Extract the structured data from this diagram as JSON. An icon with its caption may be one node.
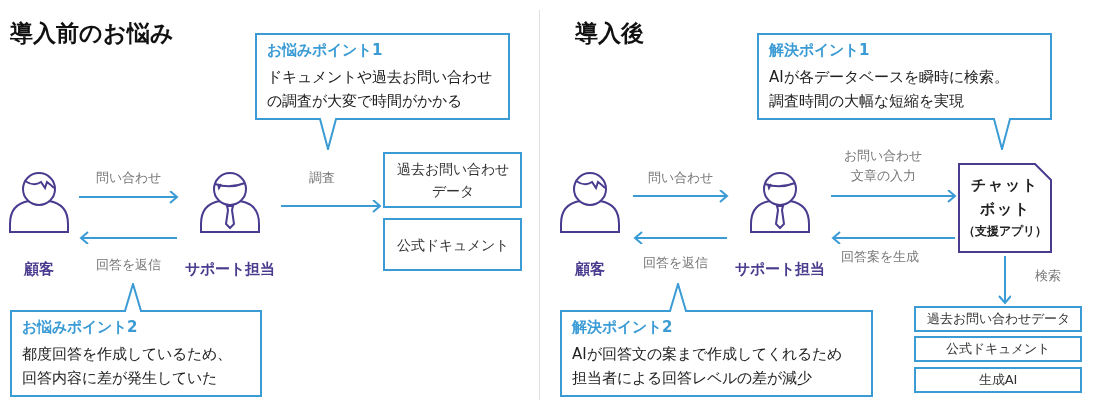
{
  "diagram": {
    "nodes": [
      {
        "text": [
          "顧客"
        ]
      },
      {
        "text": [
          "サポート担当"
        ]
      },
      {
        "text": [
          "過去お問い合わせデータ"
        ]
      },
      {
        "text": [
          "公式ドキュメント"
        ]
      },
      {
        "text": [
          "お悩みポイント1",
          "ドキュメントや過去お問い合わせの調査が大変で時間がかかる"
        ]
      },
      {
        "text": [
          "お悩みポイント2",
          "都度回答を作成しているため、回答内容に差が発生していた"
        ]
      },
      {
        "text": [
          "顧客"
        ]
      },
      {
        "text": [
          "サポート担当"
        ]
      },
      {
        "text": [
          "チャットボット",
          "（支援アプリ）"
        ]
      },
      {
        "text": [
          "過去お問い合わせデータ"
        ]
      },
      {
        "text": [
          "公式ドキュメント"
        ]
      },
      {
        "text": [
          "生成AI"
        ]
      },
      {
        "text": [
          "解決ポイント1",
          "AIが各データベースを瞬時に検索。調査時間の大幅な短縮を実現"
        ]
      },
      {
        "text": [
          "解決ポイント2",
          "AIが回答文の案まで作成してくれるため担当者による回答レベルの差が減少"
        ]
      }
    ],
    "edges": [
      {
        "from": 0,
        "to": 1,
        "arrow": "to",
        "label": "問い合わせ"
      },
      {
        "from": 1,
        "to": 0,
        "arrow": "to",
        "label": "回答を返信"
      },
      {
        "from": 1,
        "to": 2,
        "arrow": "to",
        "label": "調査"
      },
      {
        "from": 6,
        "to": 7,
        "arrow": "to",
        "label": "問い合わせ"
      },
      {
        "from": 7,
        "to": 6,
        "arrow": "to",
        "label": "回答を返信"
      },
      {
        "from": 7,
        "to": 8,
        "arrow": "to",
        "label": "お問い合わせ文章の入力"
      },
      {
        "from": 8,
        "to": 7,
        "arrow": "to",
        "label": "回答案を生成"
      },
      {
        "from": 8,
        "to": 9,
        "arrow": "to",
        "label": "検索"
      }
    ],
    "labels": [
      "導入前のお悩み",
      "導入後"
    ]
  }
}
